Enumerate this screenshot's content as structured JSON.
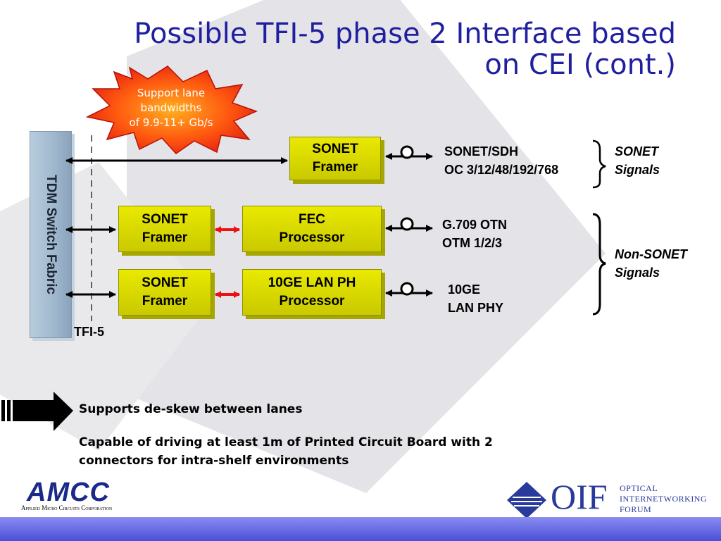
{
  "title": {
    "line1": "Possible TFI-5 phase 2 Interface based",
    "line2": "on CEI (cont.)"
  },
  "callout": {
    "line1": "Support lane",
    "line2": "bandwidths",
    "line3": "of 9.9-11+ Gb/s"
  },
  "fabric": {
    "label": "TDM Switch Fabric"
  },
  "tfi_label": "TFI-5",
  "rows": [
    {
      "boxes": [
        {
          "line1": "SONET",
          "line2": "Framer"
        }
      ],
      "output": {
        "line1": "SONET/SDH",
        "line2": "OC 3/12/48/192/768"
      }
    },
    {
      "boxes": [
        {
          "line1": "SONET",
          "line2": "Framer"
        },
        {
          "line1": "FEC",
          "line2": "Processor"
        }
      ],
      "output": {
        "line1": "G.709 OTN",
        "line2": "OTM 1/2/3"
      }
    },
    {
      "boxes": [
        {
          "line1": "SONET",
          "line2": "Framer"
        },
        {
          "line1": "10GE LAN PH",
          "line2": "Processor"
        }
      ],
      "output": {
        "line1": "10GE",
        "line2": "LAN PHY"
      }
    }
  ],
  "groups": [
    {
      "line1": "SONET",
      "line2": "Signals"
    },
    {
      "line1": "Non-SONET",
      "line2": "Signals"
    }
  ],
  "bullets": [
    "Supports de-skew between lanes",
    "Capable of driving at least 1m of Printed Circuit Board with 2",
    "connectors for intra-shelf environments"
  ],
  "logos": {
    "amcc": {
      "name": "AMCC",
      "tagline": "Applied Micro Circuits Corporation"
    },
    "oif": {
      "name": "OIF",
      "line1": "OPTICAL",
      "line2": "INTERNETWORKING",
      "line3": "FORUM"
    }
  },
  "colors": {
    "title": "#1f1fa0",
    "box": "#e0e000",
    "burst": "#ee3311",
    "link": "#ee1111"
  }
}
